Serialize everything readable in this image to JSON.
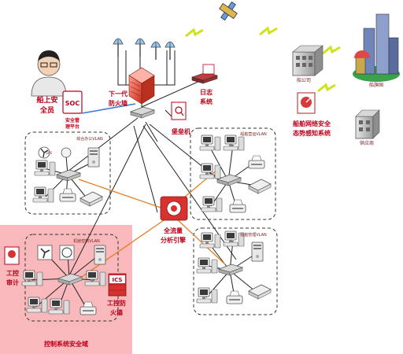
{
  "diagram": {
    "nodes": {
      "crew_terminal": {
        "label_line1": "船上安",
        "label_line2": "全员"
      },
      "soc": {
        "badge": "SOC",
        "label_line1": "安全管",
        "label_line2": "理平台"
      },
      "firewall": {
        "label_line1": "下一代",
        "label_line2": "防火墙"
      },
      "log_system": {
        "label_line1": "日志",
        "label_line2": "系统"
      },
      "bastion": {
        "label": "堡垒机"
      },
      "company": {
        "label": "船公司"
      },
      "flag_state": {
        "label": "船旗国"
      },
      "supplier": {
        "label": "供应商"
      },
      "awareness": {
        "label_line1": "船舶网络安全",
        "label_line2": "态势感知系统"
      },
      "analyzer": {
        "label_line1": "全流量",
        "label_line2": "分析引擎"
      },
      "ics_audit": {
        "label_line1": "工控",
        "label_line2": "审计"
      },
      "ics_firewall": {
        "badge": "ICS",
        "label_line1": "工控防",
        "label_line2": "火墙"
      }
    },
    "vlans": {
      "office": {
        "label": "综合办公VLAN",
        "gps": "GPS"
      },
      "ship_ops": {
        "label": "船舶营运VLAN"
      },
      "engine": {
        "label": "机舱控制VLAN"
      },
      "bridge": {
        "label": "船舶管理VLAN"
      }
    },
    "zones": {
      "ics_zone": {
        "label": "控制系统安全域",
        "fill": "#f9b8bb"
      }
    },
    "colors": {
      "red_label": "#c0001a",
      "orange_link": "#e8781a",
      "blue_link": "#3b7bd6",
      "zigzag": "#cfe21a",
      "zone_pink": "#f9b8bb"
    }
  }
}
